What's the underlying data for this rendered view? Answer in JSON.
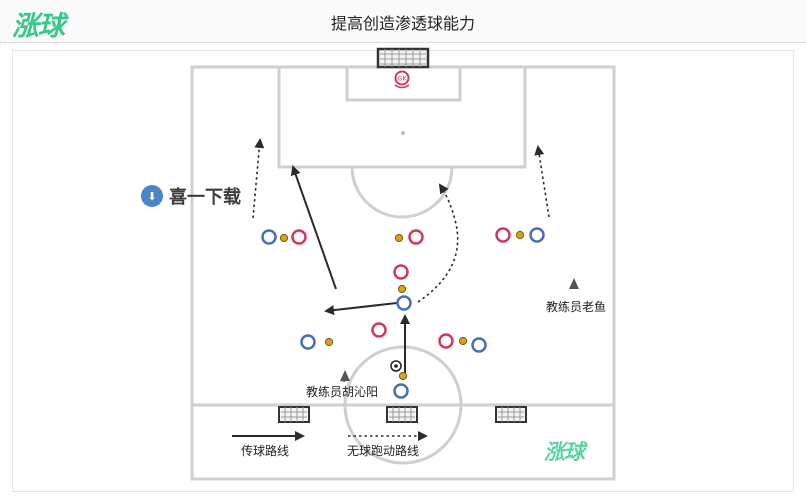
{
  "header": {
    "title": "提高创造渗透球能力",
    "brand": "涨球"
  },
  "watermark": {
    "text": "喜一下载",
    "icon": "download-app-icon"
  },
  "diagram": {
    "gk_label": "GK",
    "coach_1": "教练员胡沁阳",
    "coach_2": "教练员老鱼"
  },
  "legend": {
    "pass_label": "传球路线",
    "run_label": "无球跑动路线"
  },
  "colors": {
    "team_blue": "#4a6fb5",
    "team_red": "#cf3a5b",
    "neutral_yellow": "#d9a21b",
    "line": "#c9c9c9",
    "arrow": "#2b2b2b",
    "brand_green": "#36c98b"
  }
}
